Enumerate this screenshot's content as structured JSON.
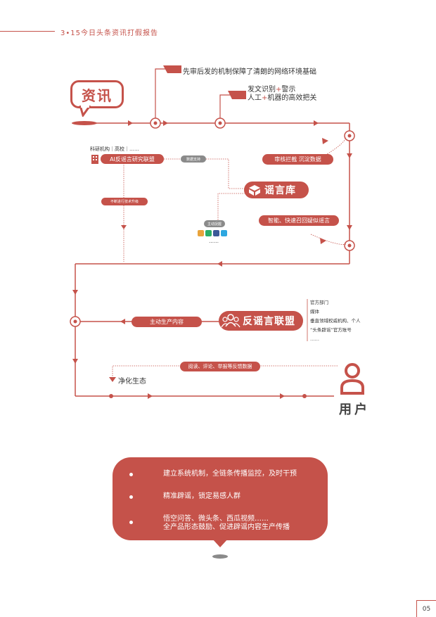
{
  "header": {
    "title": "3•15今日头条资讯打假报告"
  },
  "nodes": {
    "news": "资讯",
    "rumor_db": "谣言库",
    "alliance": "反谣言联盟",
    "user": "用户"
  },
  "callouts": {
    "first_review": "先审后发的机制保障了清朗的网络环境基础",
    "identify_line1": "发文识别",
    "plus1": "+",
    "identify_line1b": "警示",
    "identify_line2a": "人工",
    "plus2": "+",
    "identify_line2b": "机器的高效把关"
  },
  "labels": {
    "research": "科研机构｜高校｜……",
    "ai_alliance": "AI反谣言研究联盟",
    "data_support": "数据支持",
    "tech_upgrade": "不断进行技术升级",
    "intercept": "审核拦截 沉淀数据",
    "recall": "智能、快速召回疑似谣言",
    "active_capture": "主动捉握",
    "ellipsis": "……",
    "produce": "主动生产内容",
    "feedback": "阅读、评论、举报等反馈数据",
    "purify": "净化生态"
  },
  "alliance_members": [
    "官方部门",
    "媒体",
    "垂直领域权威机构、个人",
    "“头条辟谣”官方账号",
    "……"
  ],
  "bullets": [
    {
      "lines": [
        "建立系统机制，全链条传播监控，及时干预"
      ]
    },
    {
      "lines": [
        "精准辟谣，锁定易感人群"
      ]
    },
    {
      "lines": [
        "悟空问答、微头条、西瓜视频……",
        "全产品形态鼓励、促进辟谣内容生产传播"
      ]
    }
  ],
  "page_number": "05",
  "colors": {
    "accent": "#c5524a",
    "grey": "#8a8a8a"
  }
}
